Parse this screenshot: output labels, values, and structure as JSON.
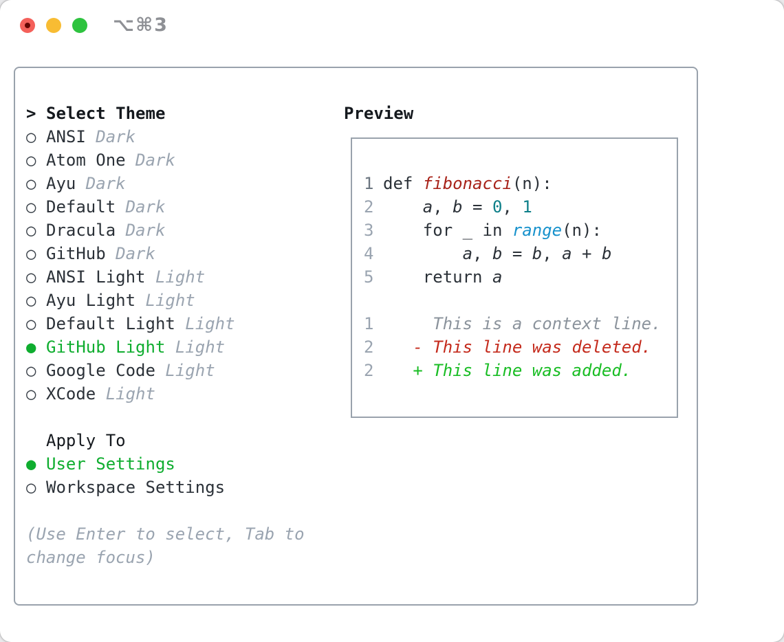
{
  "window": {
    "title": "⌥⌘3"
  },
  "colors": {
    "window_bg": "#ffffff",
    "heading": "#15191e",
    "text_dark": "#2b3138",
    "muted": "#9aa4b0",
    "ln_active": "#6c7680",
    "context_gray": "#8b939c",
    "func_red": "#a8231a",
    "number_teal": "#0d7f89",
    "call_blue": "#1892cc",
    "deleted_red": "#c42a1c",
    "added_green": "#19bd24",
    "selected_green": "#0fad2f",
    "radio_outline": "#3a4149",
    "panel_border": "#99a2ac",
    "title_gray": "#8e9095",
    "traffic_red": "#f4605a",
    "traffic_red_dot": "#650502",
    "traffic_yellow": "#f8bc33",
    "traffic_green": "#2ec33f"
  },
  "markers": {
    "header": ">",
    "selected": "●",
    "unselected": "○"
  },
  "theme_picker": {
    "header": "Select Theme",
    "items": [
      {
        "name": "ANSI",
        "variant": "Dark",
        "selected": false
      },
      {
        "name": "Atom One",
        "variant": "Dark",
        "selected": false
      },
      {
        "name": "Ayu",
        "variant": "Dark",
        "selected": false
      },
      {
        "name": "Default",
        "variant": "Dark",
        "selected": false
      },
      {
        "name": "Dracula",
        "variant": "Dark",
        "selected": false
      },
      {
        "name": "GitHub",
        "variant": "Dark",
        "selected": false
      },
      {
        "name": "ANSI Light",
        "variant": "Light",
        "selected": false
      },
      {
        "name": "Ayu Light",
        "variant": "Light",
        "selected": false
      },
      {
        "name": "Default Light",
        "variant": "Light",
        "selected": false
      },
      {
        "name": "GitHub Light",
        "variant": "Light",
        "selected": true
      },
      {
        "name": "Google Code",
        "variant": "Light",
        "selected": false
      },
      {
        "name": "XCode",
        "variant": "Light",
        "selected": false
      }
    ]
  },
  "apply_to": {
    "header": "Apply To",
    "options": [
      {
        "label": "User Settings",
        "selected": true
      },
      {
        "label": "Workspace Settings",
        "selected": false
      }
    ]
  },
  "hint_lines": [
    "(Use Enter to select, Tab to",
    "change focus)"
  ],
  "preview": {
    "title": "Preview",
    "lines": [
      {
        "ln": "1",
        "active": true,
        "segments": [
          {
            "t": "def ",
            "c": "text_dark"
          },
          {
            "t": "fibonacci",
            "c": "func_red",
            "i": true
          },
          {
            "t": "(n):",
            "c": "text_dark"
          }
        ]
      },
      {
        "ln": "2",
        "segments": [
          {
            "t": "    ",
            "c": "text_dark"
          },
          {
            "t": "a",
            "c": "text_dark",
            "i": true
          },
          {
            "t": ", ",
            "c": "text_dark"
          },
          {
            "t": "b",
            "c": "text_dark",
            "i": true
          },
          {
            "t": " = ",
            "c": "text_dark"
          },
          {
            "t": "0",
            "c": "number_teal"
          },
          {
            "t": ", ",
            "c": "text_dark"
          },
          {
            "t": "1",
            "c": "number_teal"
          }
        ]
      },
      {
        "ln": "3",
        "segments": [
          {
            "t": "    for _ in ",
            "c": "text_dark"
          },
          {
            "t": "range",
            "c": "call_blue",
            "i": true
          },
          {
            "t": "(n):",
            "c": "text_dark"
          }
        ]
      },
      {
        "ln": "4",
        "segments": [
          {
            "t": "        ",
            "c": "text_dark"
          },
          {
            "t": "a",
            "c": "text_dark",
            "i": true
          },
          {
            "t": ", ",
            "c": "text_dark"
          },
          {
            "t": "b",
            "c": "text_dark",
            "i": true
          },
          {
            "t": " = ",
            "c": "text_dark"
          },
          {
            "t": "b",
            "c": "text_dark",
            "i": true
          },
          {
            "t": ", ",
            "c": "text_dark"
          },
          {
            "t": "a",
            "c": "text_dark",
            "i": true
          },
          {
            "t": " + ",
            "c": "text_dark"
          },
          {
            "t": "b",
            "c": "text_dark",
            "i": true
          }
        ]
      },
      {
        "ln": "5",
        "segments": [
          {
            "t": "    return ",
            "c": "text_dark"
          },
          {
            "t": "a",
            "c": "text_dark",
            "i": true
          }
        ]
      },
      {
        "ln": "",
        "segments": []
      },
      {
        "ln": "1",
        "segments": [
          {
            "t": "     This is a context line.",
            "c": "context_gray",
            "i": true
          }
        ]
      },
      {
        "ln": "2",
        "segments": [
          {
            "t": "   - This line was deleted.",
            "c": "deleted_red",
            "i": true
          }
        ]
      },
      {
        "ln": "2",
        "segments": [
          {
            "t": "   + This line was added.",
            "c": "added_green",
            "i": true
          }
        ]
      }
    ]
  }
}
